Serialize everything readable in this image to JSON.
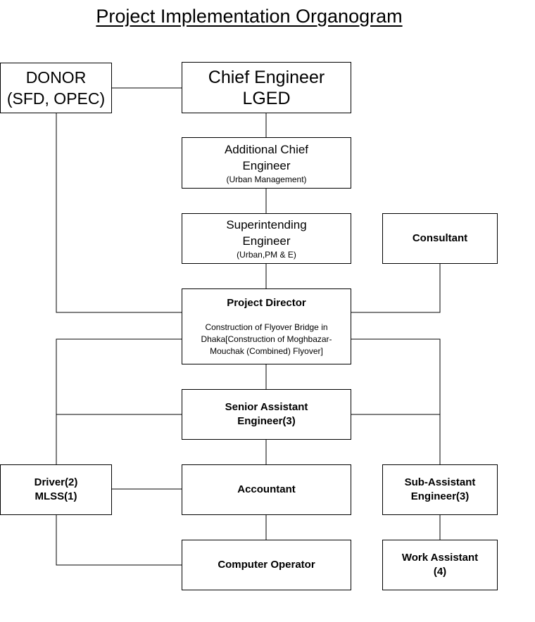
{
  "title": "Project Implementation Organogram",
  "nodes": {
    "donor": {
      "line1": "DONOR",
      "line2": "(SFD, OPEC)"
    },
    "chief_engineer": {
      "line1": "Chief Engineer",
      "line2": "LGED"
    },
    "additional_chief_engineer": {
      "line1": "Additional Chief",
      "line2": "Engineer",
      "sub": "(Urban Management)"
    },
    "superintending_engineer": {
      "line1": "Superintending",
      "line2": "Engineer",
      "sub": "(Urban,PM & E)"
    },
    "consultant": {
      "label": "Consultant"
    },
    "project_director": {
      "label": "Project Director",
      "desc1": "Construction of Flyover Bridge in",
      "desc2": "Dhaka[Construction of Moghbazar-",
      "desc3": "Mouchak (Combined) Flyover]"
    },
    "senior_assistant_engineer": {
      "line1": "Senior Assistant",
      "line2": "Engineer(3)"
    },
    "driver_mlss": {
      "line1": "Driver(2)",
      "line2": "MLSS(1)"
    },
    "accountant": {
      "label": "Accountant"
    },
    "sub_assistant_engineer": {
      "line1": "Sub-Assistant",
      "line2": "Engineer(3)"
    },
    "computer_operator": {
      "label": "Computer Operator"
    },
    "work_assistant": {
      "line1": "Work Assistant",
      "line2": "(4)"
    }
  }
}
